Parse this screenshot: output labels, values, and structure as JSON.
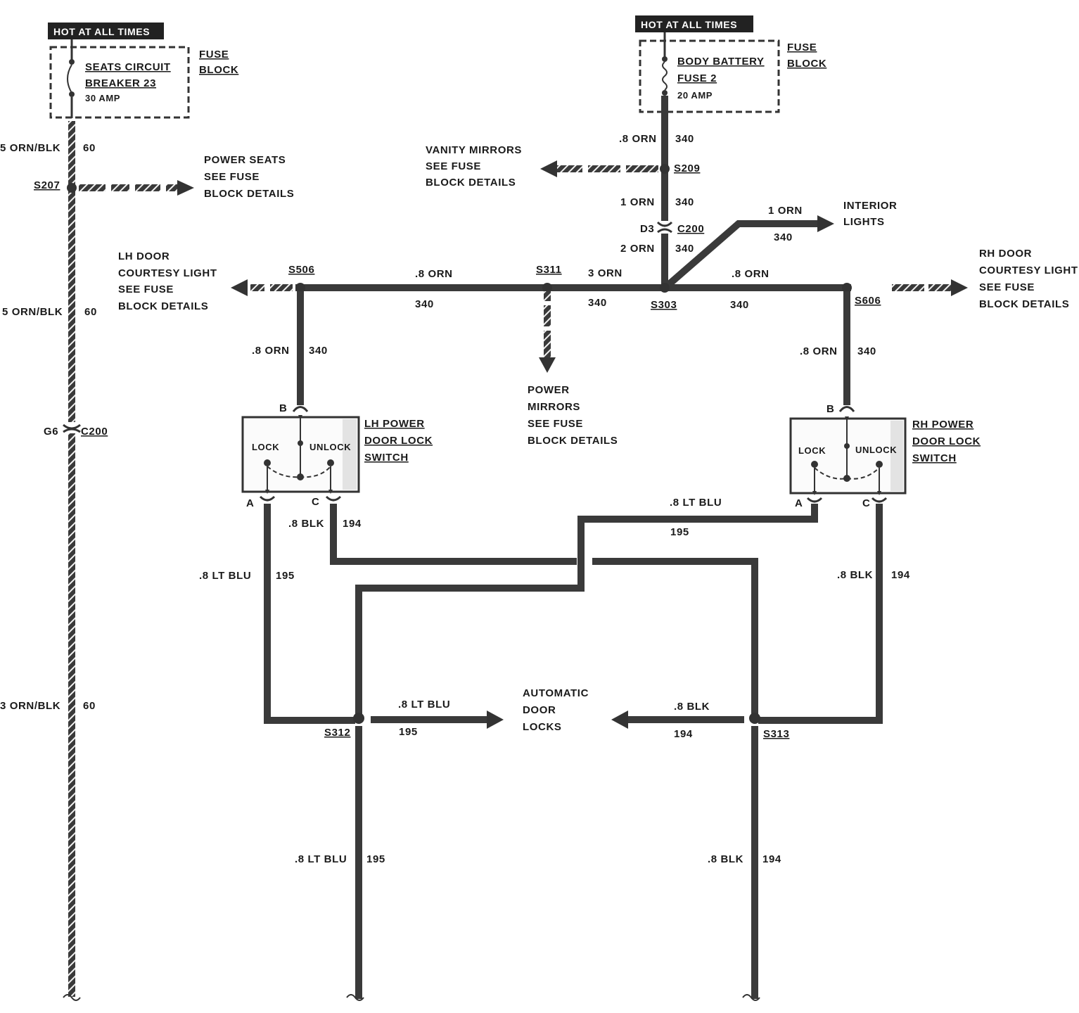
{
  "hot_labels": [
    "HOT AT ALL TIMES",
    "HOT AT ALL TIMES"
  ],
  "fuse_block_label": [
    "FUSE",
    "BLOCK"
  ],
  "left_fuse": {
    "name1": "SEATS CIRCUIT",
    "name2": "BREAKER 23",
    "rating": "30 AMP"
  },
  "right_fuse": {
    "name1": "BODY BATTERY",
    "name2": "FUSE 2",
    "rating": "20 AMP"
  },
  "left_wire": {
    "label1": "5 ORN/BLK",
    "label2": "5 ORN/BLK",
    "label3": "3 ORN/BLK",
    "circuit": "60"
  },
  "power_seats": [
    "POWER SEATS",
    "SEE FUSE",
    "BLOCK DETAILS"
  ],
  "vanity": [
    "VANITY MIRRORS",
    "SEE FUSE",
    "BLOCK DETAILS"
  ],
  "interior": [
    "INTERIOR",
    "LIGHTS"
  ],
  "lh_courtesy": [
    "LH DOOR",
    "COURTESY LIGHT",
    "SEE FUSE",
    "BLOCK DETAILS"
  ],
  "rh_courtesy": [
    "RH DOOR",
    "COURTESY LIGHT",
    "SEE FUSE",
    "BLOCK DETAILS"
  ],
  "power_mirrors": [
    "POWER",
    "MIRRORS",
    "SEE FUSE",
    "BLOCK DETAILS"
  ],
  "auto_locks": [
    "AUTOMATIC",
    "DOOR",
    "LOCKS"
  ],
  "lh_switch": [
    "LH POWER",
    "DOOR LOCK",
    "SWITCH"
  ],
  "rh_switch": [
    "RH POWER",
    "DOOR LOCK",
    "SWITCH"
  ],
  "switch_terms": {
    "lock": "LOCK",
    "unlock": "UNLOCK",
    "a": "A",
    "b": "B",
    "c": "C"
  },
  "splices": {
    "s207": "S207",
    "s209": "S209",
    "s303": "S303",
    "s311": "S311",
    "s506": "S506",
    "s606": "S606",
    "s312": "S312",
    "s313": "S313"
  },
  "connectors": {
    "c200": "C200",
    "g6": "G6",
    "d3": "D3"
  },
  "wires": {
    "orn_08": ".8 ORN",
    "orn_1": "1 ORN",
    "orn_2": "2 ORN",
    "orn_3": "3 ORN",
    "c340": "340",
    "ltblu": ".8 LT BLU",
    "ltblu_sp": ".8 LT  BLU",
    "blk": ".8 BLK",
    "c195": "195",
    "c194": "194"
  }
}
